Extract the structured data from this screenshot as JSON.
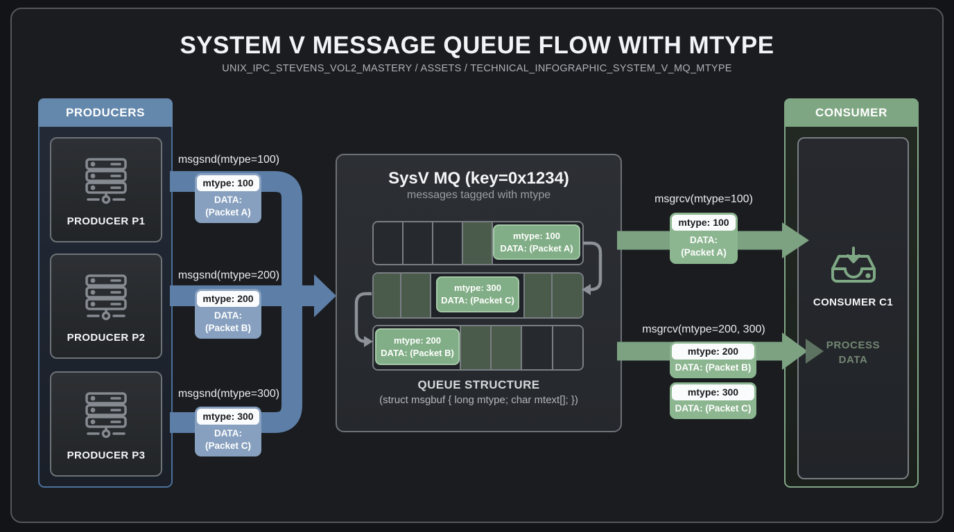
{
  "header": {
    "title": "SYSTEM V MESSAGE QUEUE FLOW WITH MTYPE",
    "subtitle": "UNIX_IPC_STEVENS_VOL2_MASTERY / ASSETS / TECHNICAL_INFOGRAPHIC_SYSTEM_V_MQ_MTYPE"
  },
  "producers": {
    "header": "PRODUCERS",
    "nodes": [
      {
        "label": "PRODUCER P1"
      },
      {
        "label": "PRODUCER P2"
      },
      {
        "label": "PRODUCER P3"
      }
    ],
    "send_labels": [
      "msgsnd(mtype=100)",
      "msgsnd(mtype=200)",
      "msgsnd(mtype=300)"
    ],
    "packets": [
      {
        "header": "mtype: 100",
        "body_line1": "DATA:",
        "body_line2": "(Packet A)"
      },
      {
        "header": "mtype: 200",
        "body_line1": "DATA:",
        "body_line2": "(Packet B)"
      },
      {
        "header": "mtype: 300",
        "body_line1": "DATA:",
        "body_line2": "(Packet C)"
      }
    ]
  },
  "queue": {
    "title": "SysV MQ (key=0x1234)",
    "subtitle": "messages tagged with mtype",
    "structure_title": "QUEUE STRUCTURE",
    "structure_code": "(struct msgbuf { long mtype; char mtext[]; })",
    "rows": [
      {
        "cells": [
          {
            "w": 43,
            "t": "dark"
          },
          {
            "w": 43,
            "t": "dark"
          },
          {
            "w": 43,
            "t": "dark"
          },
          {
            "w": 43,
            "t": "green"
          },
          {
            "w": 0,
            "t": "slot"
          }
        ]
      },
      {
        "cells": [
          {
            "w": 40,
            "t": "green"
          },
          {
            "w": 43,
            "t": "green"
          },
          {
            "w": 135,
            "t": "slot"
          },
          {
            "w": 40,
            "t": "green"
          },
          {
            "w": 0,
            "t": "green"
          }
        ]
      },
      {
        "cells": [
          {
            "w": 126,
            "t": "slot"
          },
          {
            "w": 44,
            "t": "green"
          },
          {
            "w": 44,
            "t": "green"
          },
          {
            "w": 45,
            "t": "dark"
          },
          {
            "w": 0,
            "t": "dark2"
          }
        ]
      }
    ],
    "packets": [
      {
        "line1": "mtype: 100",
        "line2": "DATA: (Packet A)"
      },
      {
        "line1": "mtype: 300",
        "line2": "DATA: (Packet C)"
      },
      {
        "line1": "mtype: 200",
        "line2": "DATA: (Packet B)"
      }
    ]
  },
  "consumer": {
    "header": "CONSUMER",
    "node_label": "CONSUMER C1",
    "process_line1": "PROCESS",
    "process_line2": "DATA",
    "recv_labels": [
      "msgrcv(mtype=100)",
      "msgrcv(mtype=200, 300)"
    ],
    "packets": [
      {
        "header": "mtype: 100",
        "body_line1": "DATA:",
        "body_line2": "(Packet A)"
      },
      {
        "header": "mtype: 200",
        "body": "DATA: (Packet B)"
      },
      {
        "header": "mtype: 300",
        "body": "DATA: (Packet C)"
      }
    ]
  },
  "colors": {
    "producer_accent": "#6488ac",
    "producer_arrow": "#5d7ea7",
    "consumer_accent": "#7fa683",
    "consumer_arrow": "#7da282",
    "queue_packet_green": "#81ae86",
    "background": "#1a1c20"
  }
}
